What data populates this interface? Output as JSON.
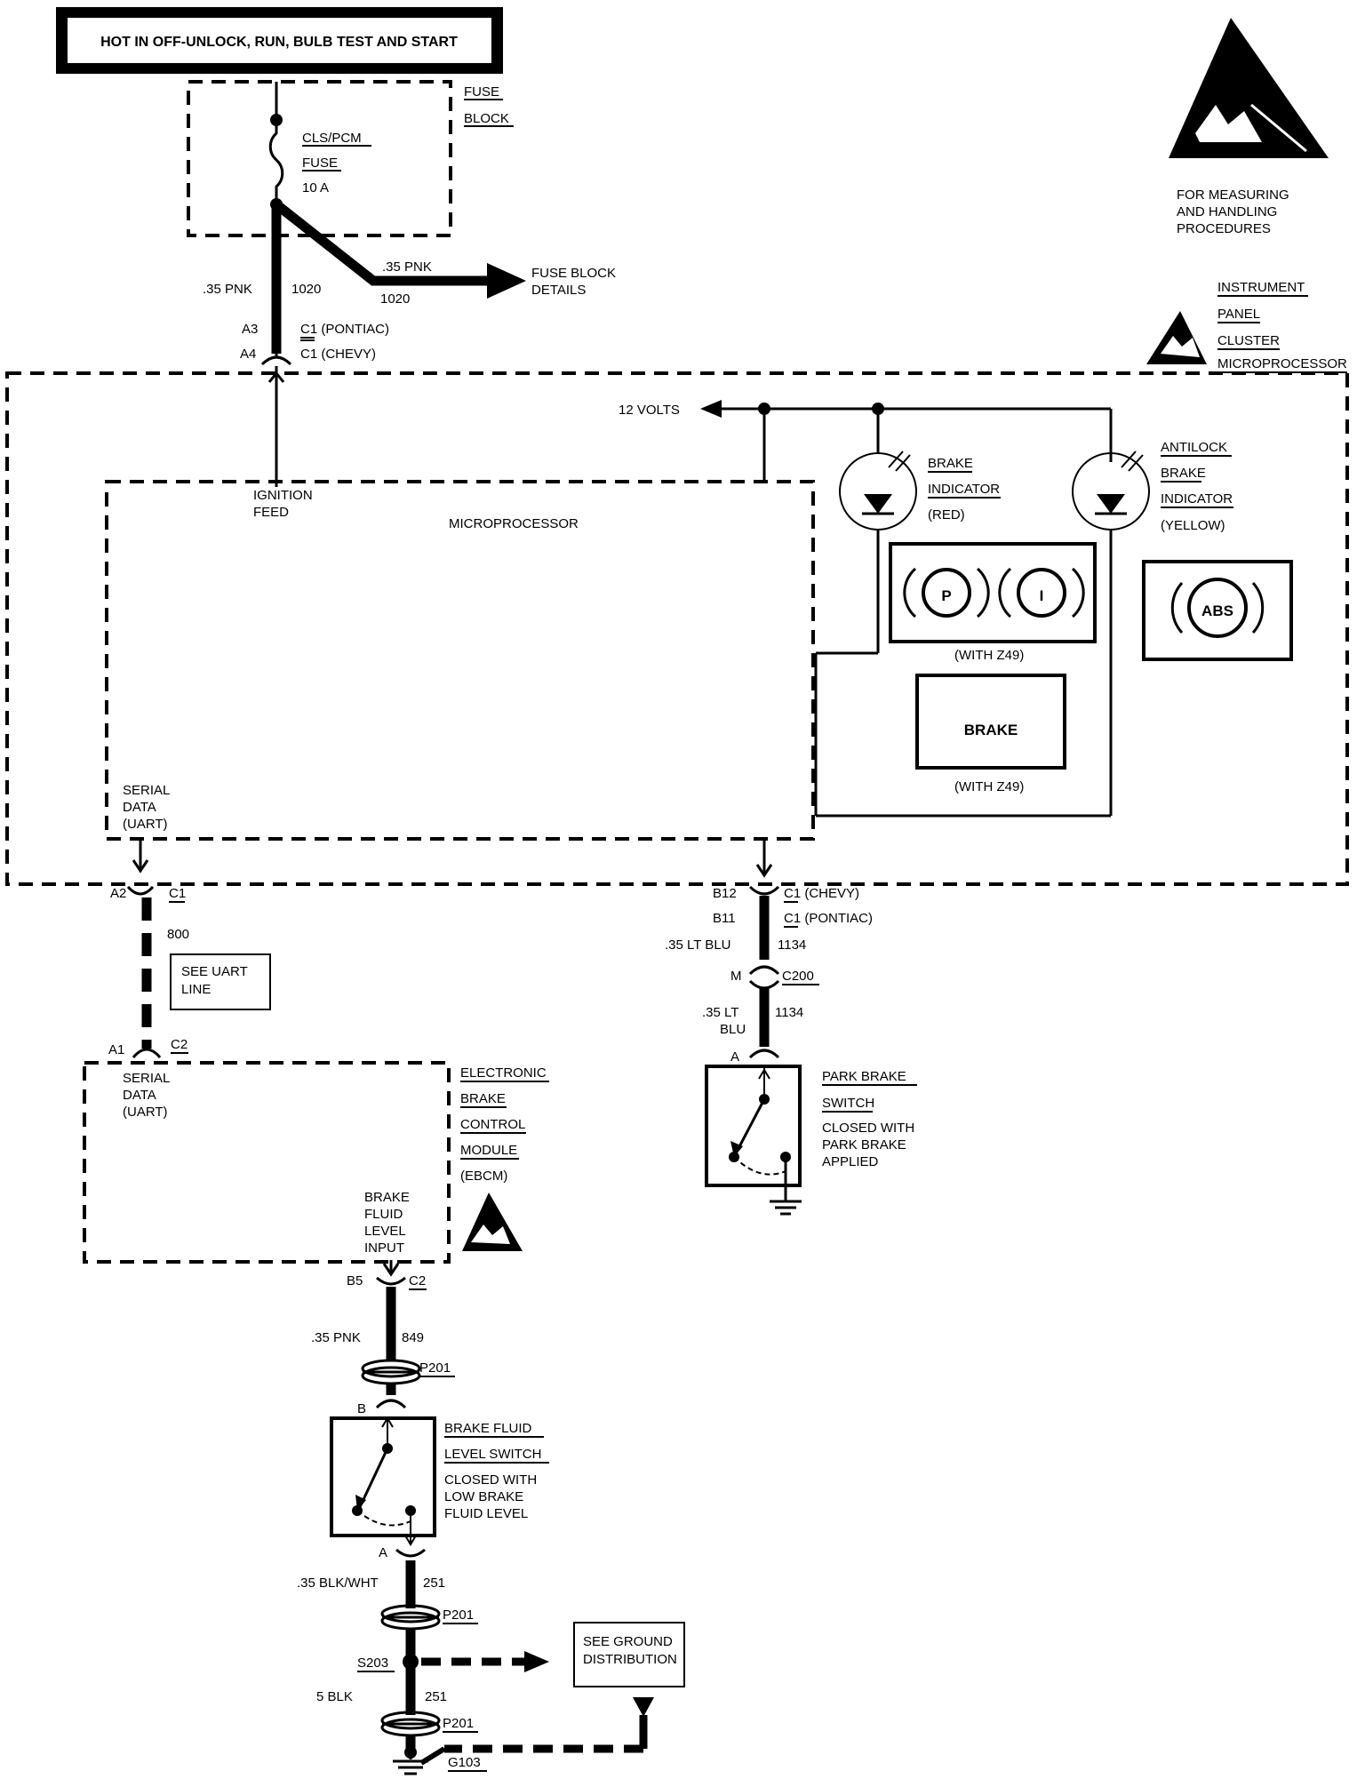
{
  "header": {
    "text": "HOT IN OFF-UNLOCK, RUN, BULB TEST AND START"
  },
  "fuse_block": {
    "title_1": "FUSE",
    "title_2": "BLOCK",
    "fuse_label_1": "CLS/PCM",
    "fuse_label_2": "FUSE",
    "fuse_rating": "10 A"
  },
  "esd_notice": {
    "line_1": "FOR MEASURING",
    "line_2": "AND HANDLING",
    "line_3": "PROCEDURES"
  },
  "fuse_branch": {
    "wire_gauge": ".35 PNK",
    "circuit": "1020",
    "dest_1": "FUSE BLOCK",
    "dest_2": "DETAILS"
  },
  "main_feed": {
    "wire_gauge": ".35 PNK",
    "circuit": "1020",
    "pin_pontiac": "A3",
    "pin_chevy": "A4",
    "conn_pontiac": "C1 (PONTIAC)",
    "conn_chevy": "C1 (CHEVY)"
  },
  "cluster": {
    "title_1": "INSTRUMENT",
    "title_2": "PANEL",
    "title_3": "CLUSTER",
    "title_4": "MICROPROCESSOR",
    "volts": "12 VOLTS",
    "ignition_1": "IGNITION",
    "ignition_2": "FEED",
    "micro_label": "MICROPROCESSOR",
    "serial_1": "SERIAL",
    "serial_2": "DATA",
    "serial_3": "(UART)",
    "brake_ind_1": "BRAKE",
    "brake_ind_2": "INDICATOR",
    "brake_ind_3": "(RED)",
    "abs_ind_1": "ANTILOCK",
    "abs_ind_2": "BRAKE",
    "abs_ind_3": "INDICATOR",
    "abs_ind_4": "(YELLOW)",
    "symbol_p": "P",
    "symbol_i": "I",
    "symbol_abs": "ABS",
    "brake_word": "BRAKE",
    "with_z49_1": "(WITH Z49)",
    "with_z49_2": "(WITH Z49)"
  },
  "uart_link": {
    "pin_top": "A2",
    "conn_top": "C1",
    "circuit": "800",
    "see_1": "SEE UART",
    "see_2": "LINE",
    "pin_bottom": "A1",
    "conn_bottom": "C2"
  },
  "park_brake_circuit": {
    "pin_chevy": "B12",
    "pin_pontiac": "B11",
    "conn_chevy": "C1 (CHEVY)",
    "conn_pontiac": "C1 (PONTIAC)",
    "wire_1": ".35 LT BLU",
    "circuit_1": "1134",
    "pin_m": "M",
    "conn_c200": "C200",
    "wire_2a": ".35 LT",
    "wire_2b": "BLU",
    "circuit_2": "1134",
    "pin_a": "A",
    "switch_1": "PARK BRAKE",
    "switch_2": "SWITCH",
    "switch_3": "CLOSED WITH",
    "switch_4": "PARK BRAKE",
    "switch_5": "APPLIED"
  },
  "ebcm": {
    "serial_1": "SERIAL",
    "serial_2": "DATA",
    "serial_3": "(UART)",
    "title_1": "ELECTRONIC",
    "title_2": "BRAKE",
    "title_3": "CONTROL",
    "title_4": "MODULE",
    "title_5": "(EBCM)",
    "fluid_1": "BRAKE",
    "fluid_2": "FLUID",
    "fluid_3": "LEVEL",
    "fluid_4": "INPUT",
    "pin_b5": "B5",
    "conn_c2": "C2"
  },
  "fluid_circuit": {
    "wire_1": ".35 PNK",
    "circuit_1": "849",
    "p201_a": "P201",
    "pin_b": "B",
    "switch_1": "BRAKE FLUID",
    "switch_2": "LEVEL SWITCH",
    "switch_3": "CLOSED WITH",
    "switch_4": "LOW BRAKE",
    "switch_5": "FLUID LEVEL",
    "pin_a": "A",
    "wire_2": ".35 BLK/WHT",
    "circuit_2": "251",
    "p201_b": "P201",
    "splice": "S203",
    "see_ground_1": "SEE GROUND",
    "see_ground_2": "DISTRIBUTION",
    "wire_3": "5 BLK",
    "circuit_3": "251",
    "p201_c": "P201",
    "ground": "G103"
  }
}
